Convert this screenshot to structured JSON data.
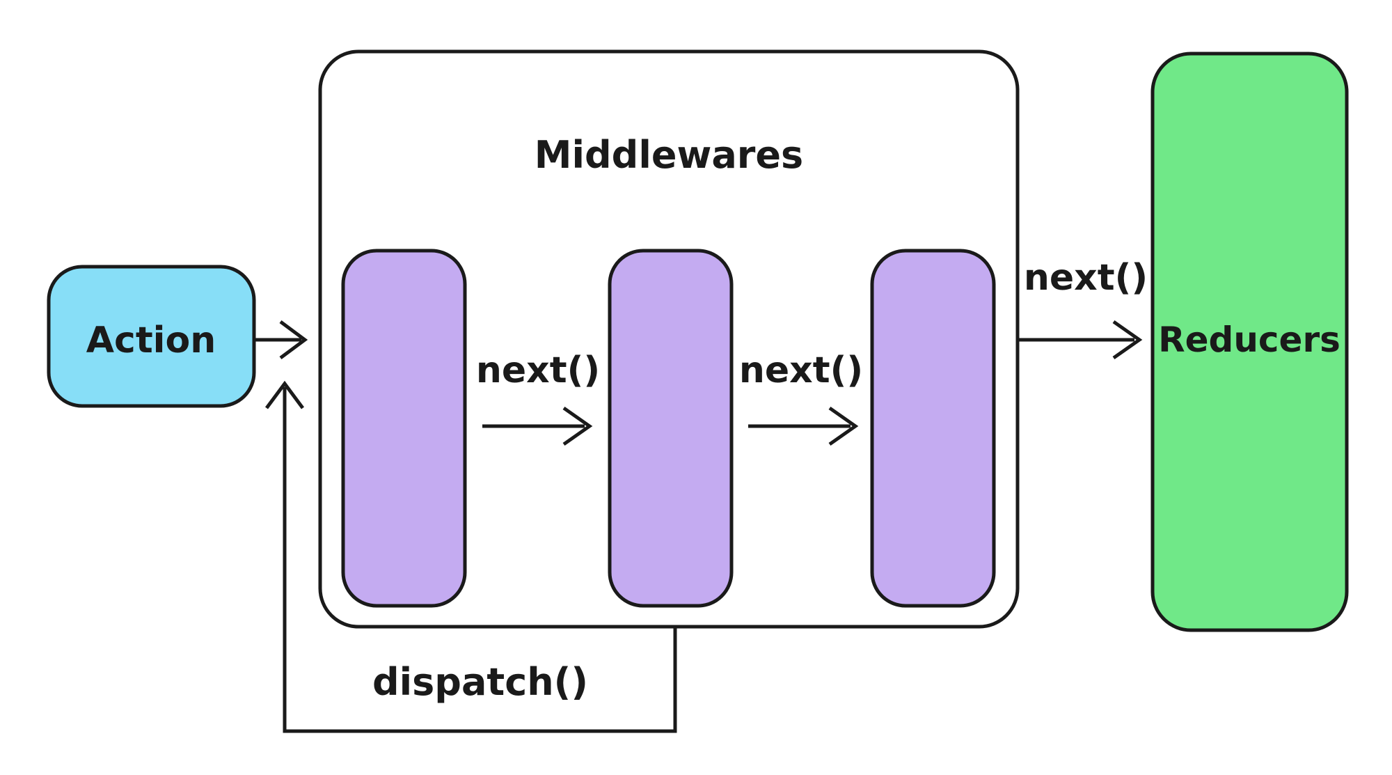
{
  "diagram": {
    "action": {
      "label": "Action"
    },
    "middlewares": {
      "title": "Middlewares",
      "pill_count": 3
    },
    "reducers": {
      "label": "Reducers"
    },
    "arrow_labels": {
      "next_1": "next()",
      "next_2": "next()",
      "next_3": "next()",
      "dispatch": "dispatch()"
    }
  },
  "colors": {
    "action_box": "#87DEF7",
    "middleware_pill": "#C4ABF1",
    "reducers_box": "#70E888",
    "container_fill": "#FFFFFF",
    "stroke": "#1A1A1A",
    "text": "#1A1A1A"
  }
}
